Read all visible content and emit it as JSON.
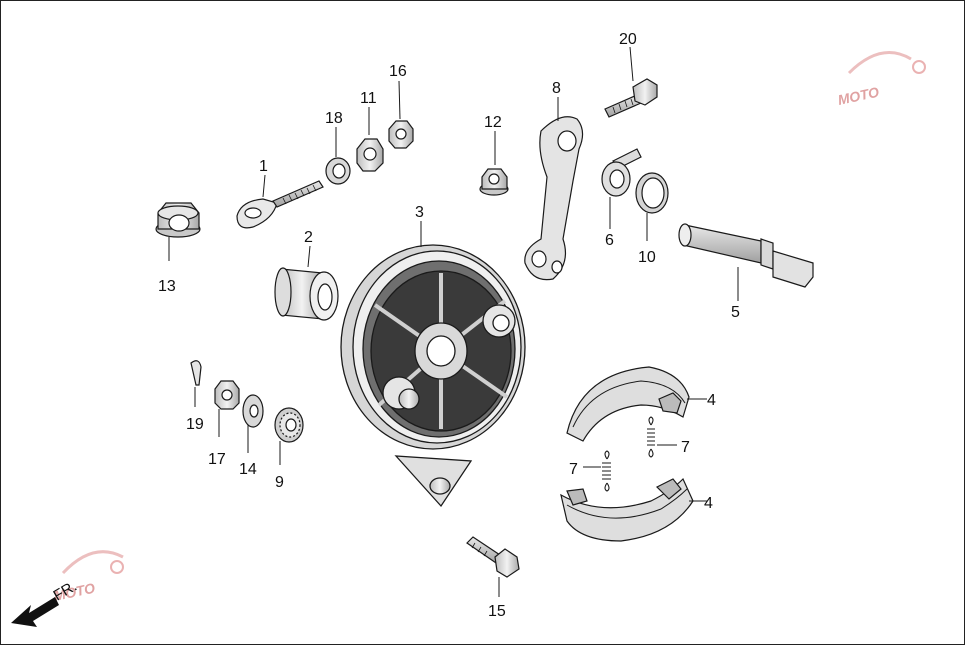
{
  "diagram": {
    "callouts": {
      "c1": "1",
      "c2": "2",
      "c3": "3",
      "c4a": "4",
      "c4b": "4",
      "c5": "5",
      "c6": "6",
      "c7a": "7",
      "c7b": "7",
      "c8": "8",
      "c9": "9",
      "c10": "10",
      "c11": "11",
      "c12": "12",
      "c13": "13",
      "c14": "14",
      "c15": "15",
      "c16": "16",
      "c17": "17",
      "c18": "18",
      "c19": "19",
      "c20": "20"
    },
    "direction_label": "FR.",
    "watermark_text": "MOTO",
    "colors": {
      "line": "#1a1a1a",
      "shade": "#cfcfcf",
      "watermark": "#e0a0a0"
    }
  }
}
